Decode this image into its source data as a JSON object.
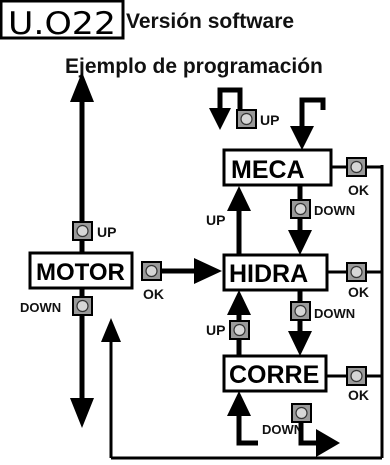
{
  "header": {
    "version_badge": "U.O22",
    "version_label": "Versión software",
    "subtitle": "Ejemplo de programación"
  },
  "menu_boxes": {
    "motor": "MOTOR",
    "meca": "MECA",
    "hidra": "HIDRA",
    "corre": "CORRE"
  },
  "buttons": {
    "up": "UP",
    "down": "DOWN",
    "ok": "OK"
  },
  "colors": {
    "line": "#000000",
    "button_outer": "#9a9a9a",
    "button_inner": "#d6d6d6"
  }
}
